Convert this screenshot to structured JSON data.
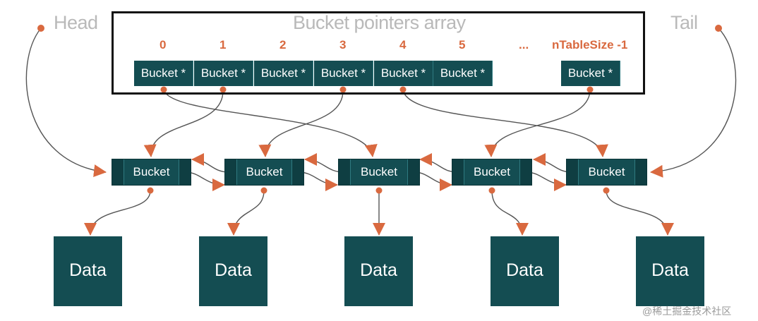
{
  "array": {
    "title": "Bucket pointers array",
    "indices": [
      "0",
      "1",
      "2",
      "3",
      "4",
      "5",
      "...",
      "nTableSize -1"
    ],
    "cells": [
      "Bucket *",
      "Bucket *",
      "Bucket *",
      "Bucket *",
      "Bucket *",
      "Bucket *",
      "Bucket *"
    ]
  },
  "labels": {
    "head": "Head",
    "tail": "Tail"
  },
  "nodes": [
    "Bucket",
    "Bucket",
    "Bucket",
    "Bucket",
    "Bucket"
  ],
  "data": [
    "Data",
    "Data",
    "Data",
    "Data",
    "Data"
  ],
  "watermark": "@稀土掘金技术社区",
  "colors": {
    "teal": "#144d52",
    "arrow": "#d9693f",
    "gray_text": "#b9b9b9"
  }
}
